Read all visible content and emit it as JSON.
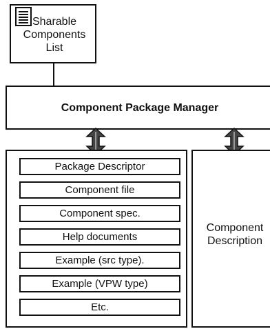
{
  "shareable_components": {
    "label_line1": "Sharable",
    "label_line2": "Components",
    "label_line3": "List"
  },
  "manager": {
    "label": "Component Package Manager"
  },
  "package_items": [
    "Package Descriptor",
    "Component  file",
    "Component spec.",
    "Help documents",
    "Example (src type).",
    "Example (VPW type)",
    "Etc."
  ],
  "description": {
    "label_line1": "Component",
    "label_line2": "Description"
  },
  "icons": {
    "document": "document-icon",
    "arrow": "double-arrow-icon"
  }
}
